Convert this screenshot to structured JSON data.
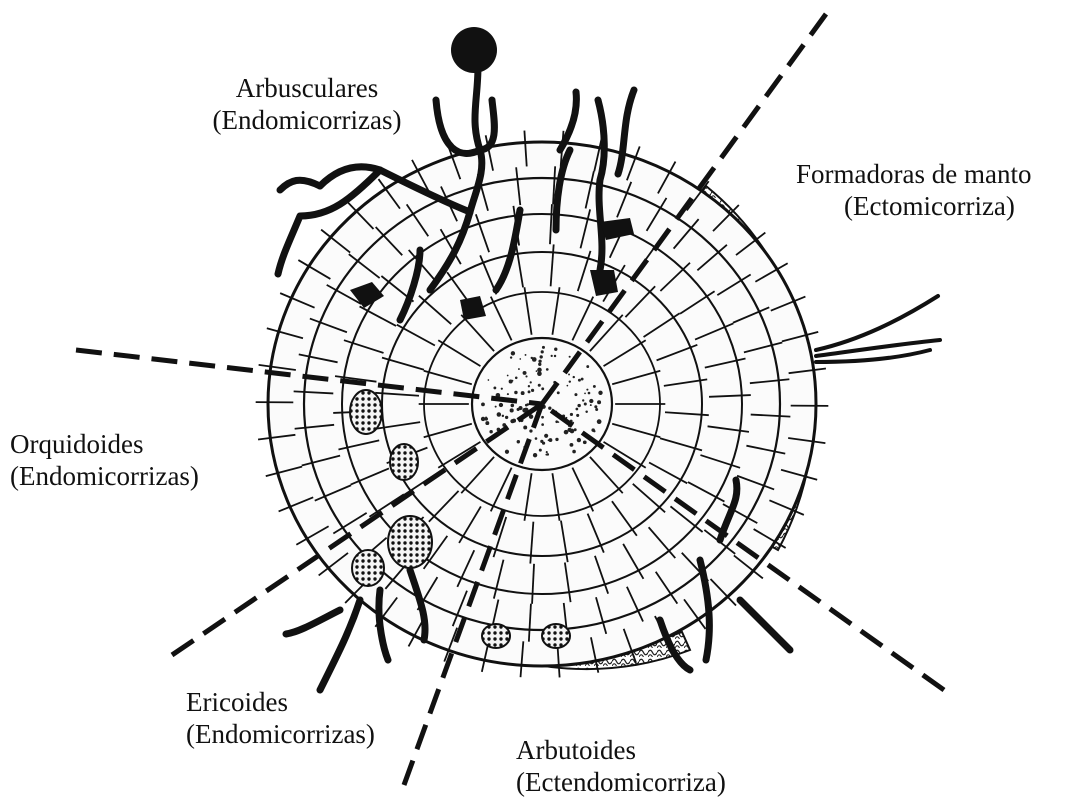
{
  "labels": {
    "arbusculares": {
      "name": "Arbusculares",
      "type": "(Endomicorrizas)"
    },
    "formadoras": {
      "name": "Formadoras de manto",
      "type": "(Ectomicorriza)"
    },
    "orquidoides": {
      "name": "Orquidoides",
      "type": "(Endomicorrizas)"
    },
    "ericoides": {
      "name": "Ericoides",
      "type": "(Endomicorrizas)"
    },
    "arbutoides": {
      "name": "Arbutoides",
      "type": "(Ectendomicorriza)"
    }
  },
  "colors": {
    "ink": "#111111",
    "paper": "#ffffff"
  }
}
